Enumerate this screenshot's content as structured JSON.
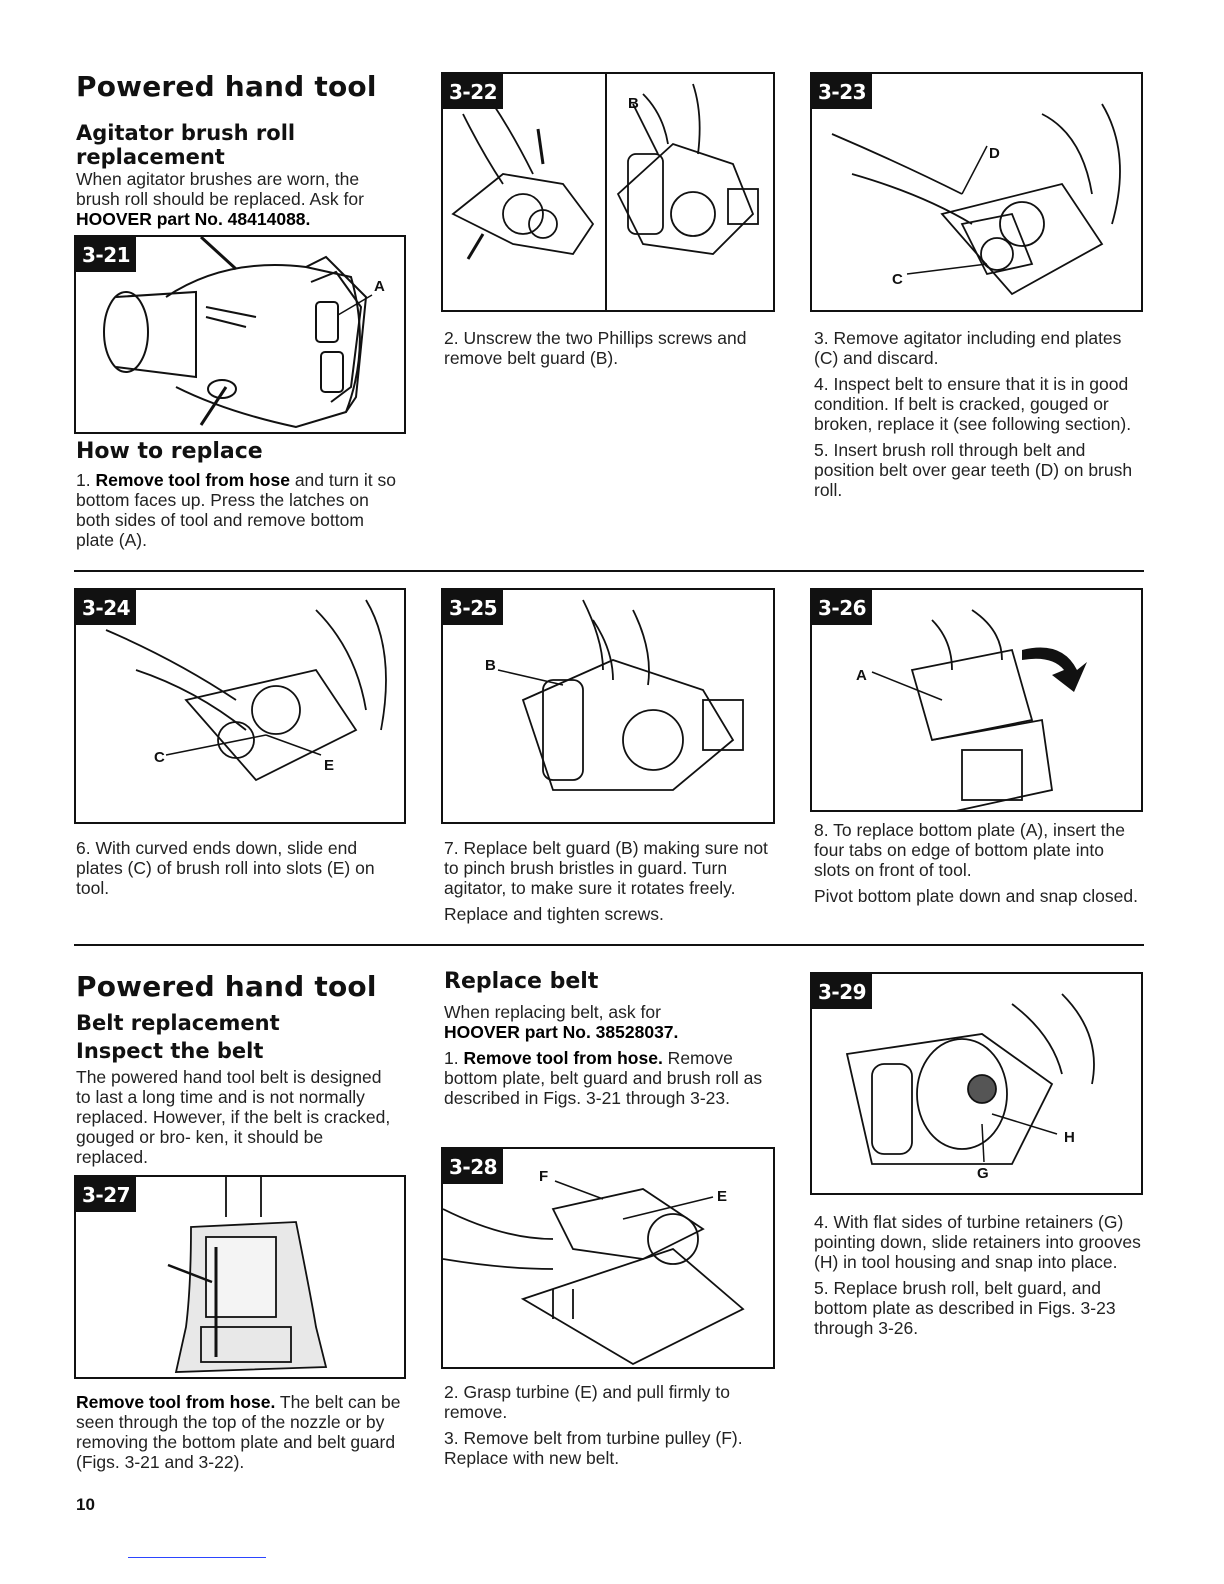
{
  "top": {
    "section_title": "Powered hand tool",
    "sub_title": "Agitator brush roll replacement",
    "intro_text": "When agitator brushes are worn, the brush roll should be replaced. Ask for ",
    "intro_part": "HOOVER part No. 48414088.",
    "how_title": "How to replace",
    "step1_num": "1. ",
    "step1_bold": "Remove tool from hose",
    "step1_rest": " and turn it so bottom faces up. Press the latches on both sides of tool and remove bottom plate (A).",
    "step2": "2. Unscrew the two Phillips screws and remove belt guard (B).",
    "step3": "3. Remove agitator including end plates (C) and discard.",
    "step4": "4. Inspect belt to ensure that it is in good condition. If belt is cracked, gouged or broken, replace it (see following section).",
    "step5": "5. Insert brush roll through belt and position belt over gear teeth (D) on brush roll."
  },
  "middle": {
    "step6": "6. With curved ends down, slide end plates (C) of brush roll into slots (E) on tool.",
    "step7": "7. Replace belt guard (B) making sure not to pinch brush bristles in guard. Turn agitator, to make sure it rotates freely.",
    "step7b": "Replace and tighten screws.",
    "step8": "8. To replace bottom plate (A), insert the four tabs on edge of bottom plate into slots on front of tool.",
    "step8b": "Pivot bottom plate down and snap closed."
  },
  "bottom": {
    "section_title": "Powered hand tool",
    "sub1": "Belt replacement",
    "sub2": "Inspect the belt",
    "inspect_text": "The powered hand tool belt is designed to last a long time and is not normally replaced. However, if the belt is cracked, gouged or bro- ken, it should be replaced.",
    "remove_bold": "Remove tool from hose.",
    "remove_rest": " The belt can be seen through the top of the nozzle or by removing the bottom plate and belt guard (Figs. 3-21 and 3-22).",
    "replace_title": "Replace belt",
    "replace_intro": "When replacing belt, ask for",
    "replace_part": "HOOVER part No. 38528037.",
    "rb1_num": "1. ",
    "rb1_bold": "Remove tool from hose.",
    "rb1_rest": " Remove bottom plate, belt guard and brush roll as described in Figs. 3-21 through 3-23.",
    "rb2": "2. Grasp turbine (E) and pull firmly to remove.",
    "rb3": "3. Remove belt from turbine pulley (F). Replace with new belt.",
    "rb4": "4. With flat sides of turbine retainers (G) pointing down, slide retainers into grooves (H) in tool housing and snap into place.",
    "rb5": "5. Replace brush roll, belt guard, and bottom plate as described in Figs. 3-23 through 3-26."
  },
  "figures": {
    "f321": "3-21",
    "f322": "3-22",
    "f323": "3-23",
    "f324": "3-24",
    "f325": "3-25",
    "f326": "3-26",
    "f327": "3-27",
    "f328": "3-28",
    "f329": "3-29"
  },
  "labels": {
    "A": "A",
    "B": "B",
    "C": "C",
    "D": "D",
    "E": "E",
    "F": "F",
    "G": "G",
    "H": "H"
  },
  "page_number": "10"
}
